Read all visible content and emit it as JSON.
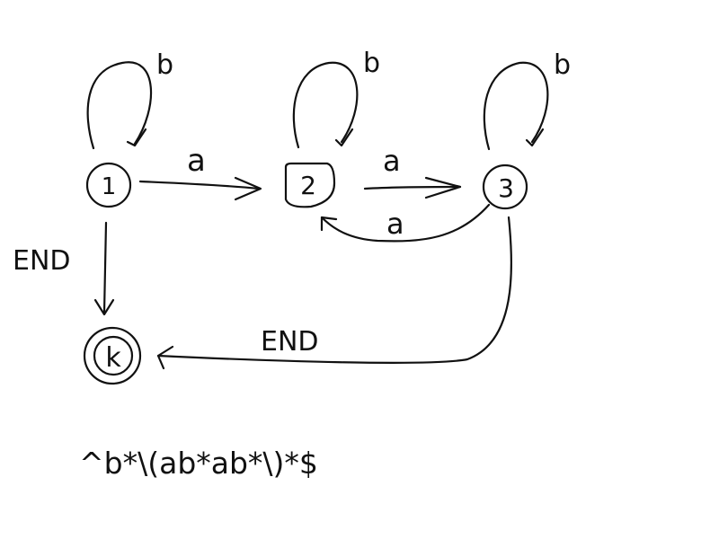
{
  "states": [
    {
      "id": "1",
      "label": "1",
      "accepting": false
    },
    {
      "id": "2",
      "label": "2",
      "accepting": false
    },
    {
      "id": "3",
      "label": "3",
      "accepting": false
    },
    {
      "id": "k",
      "label": "k",
      "accepting": true
    }
  ],
  "transitions": [
    {
      "from": "1",
      "to": "1",
      "label": "b"
    },
    {
      "from": "2",
      "to": "2",
      "label": "b"
    },
    {
      "from": "3",
      "to": "3",
      "label": "b"
    },
    {
      "from": "1",
      "to": "2",
      "label": "a"
    },
    {
      "from": "2",
      "to": "3",
      "label": "a"
    },
    {
      "from": "3",
      "to": "2",
      "label": "a"
    },
    {
      "from": "1",
      "to": "k",
      "label": "END"
    },
    {
      "from": "3",
      "to": "k",
      "label": "END"
    }
  ],
  "regex": "^b*\\(ab*ab*\\)*$"
}
